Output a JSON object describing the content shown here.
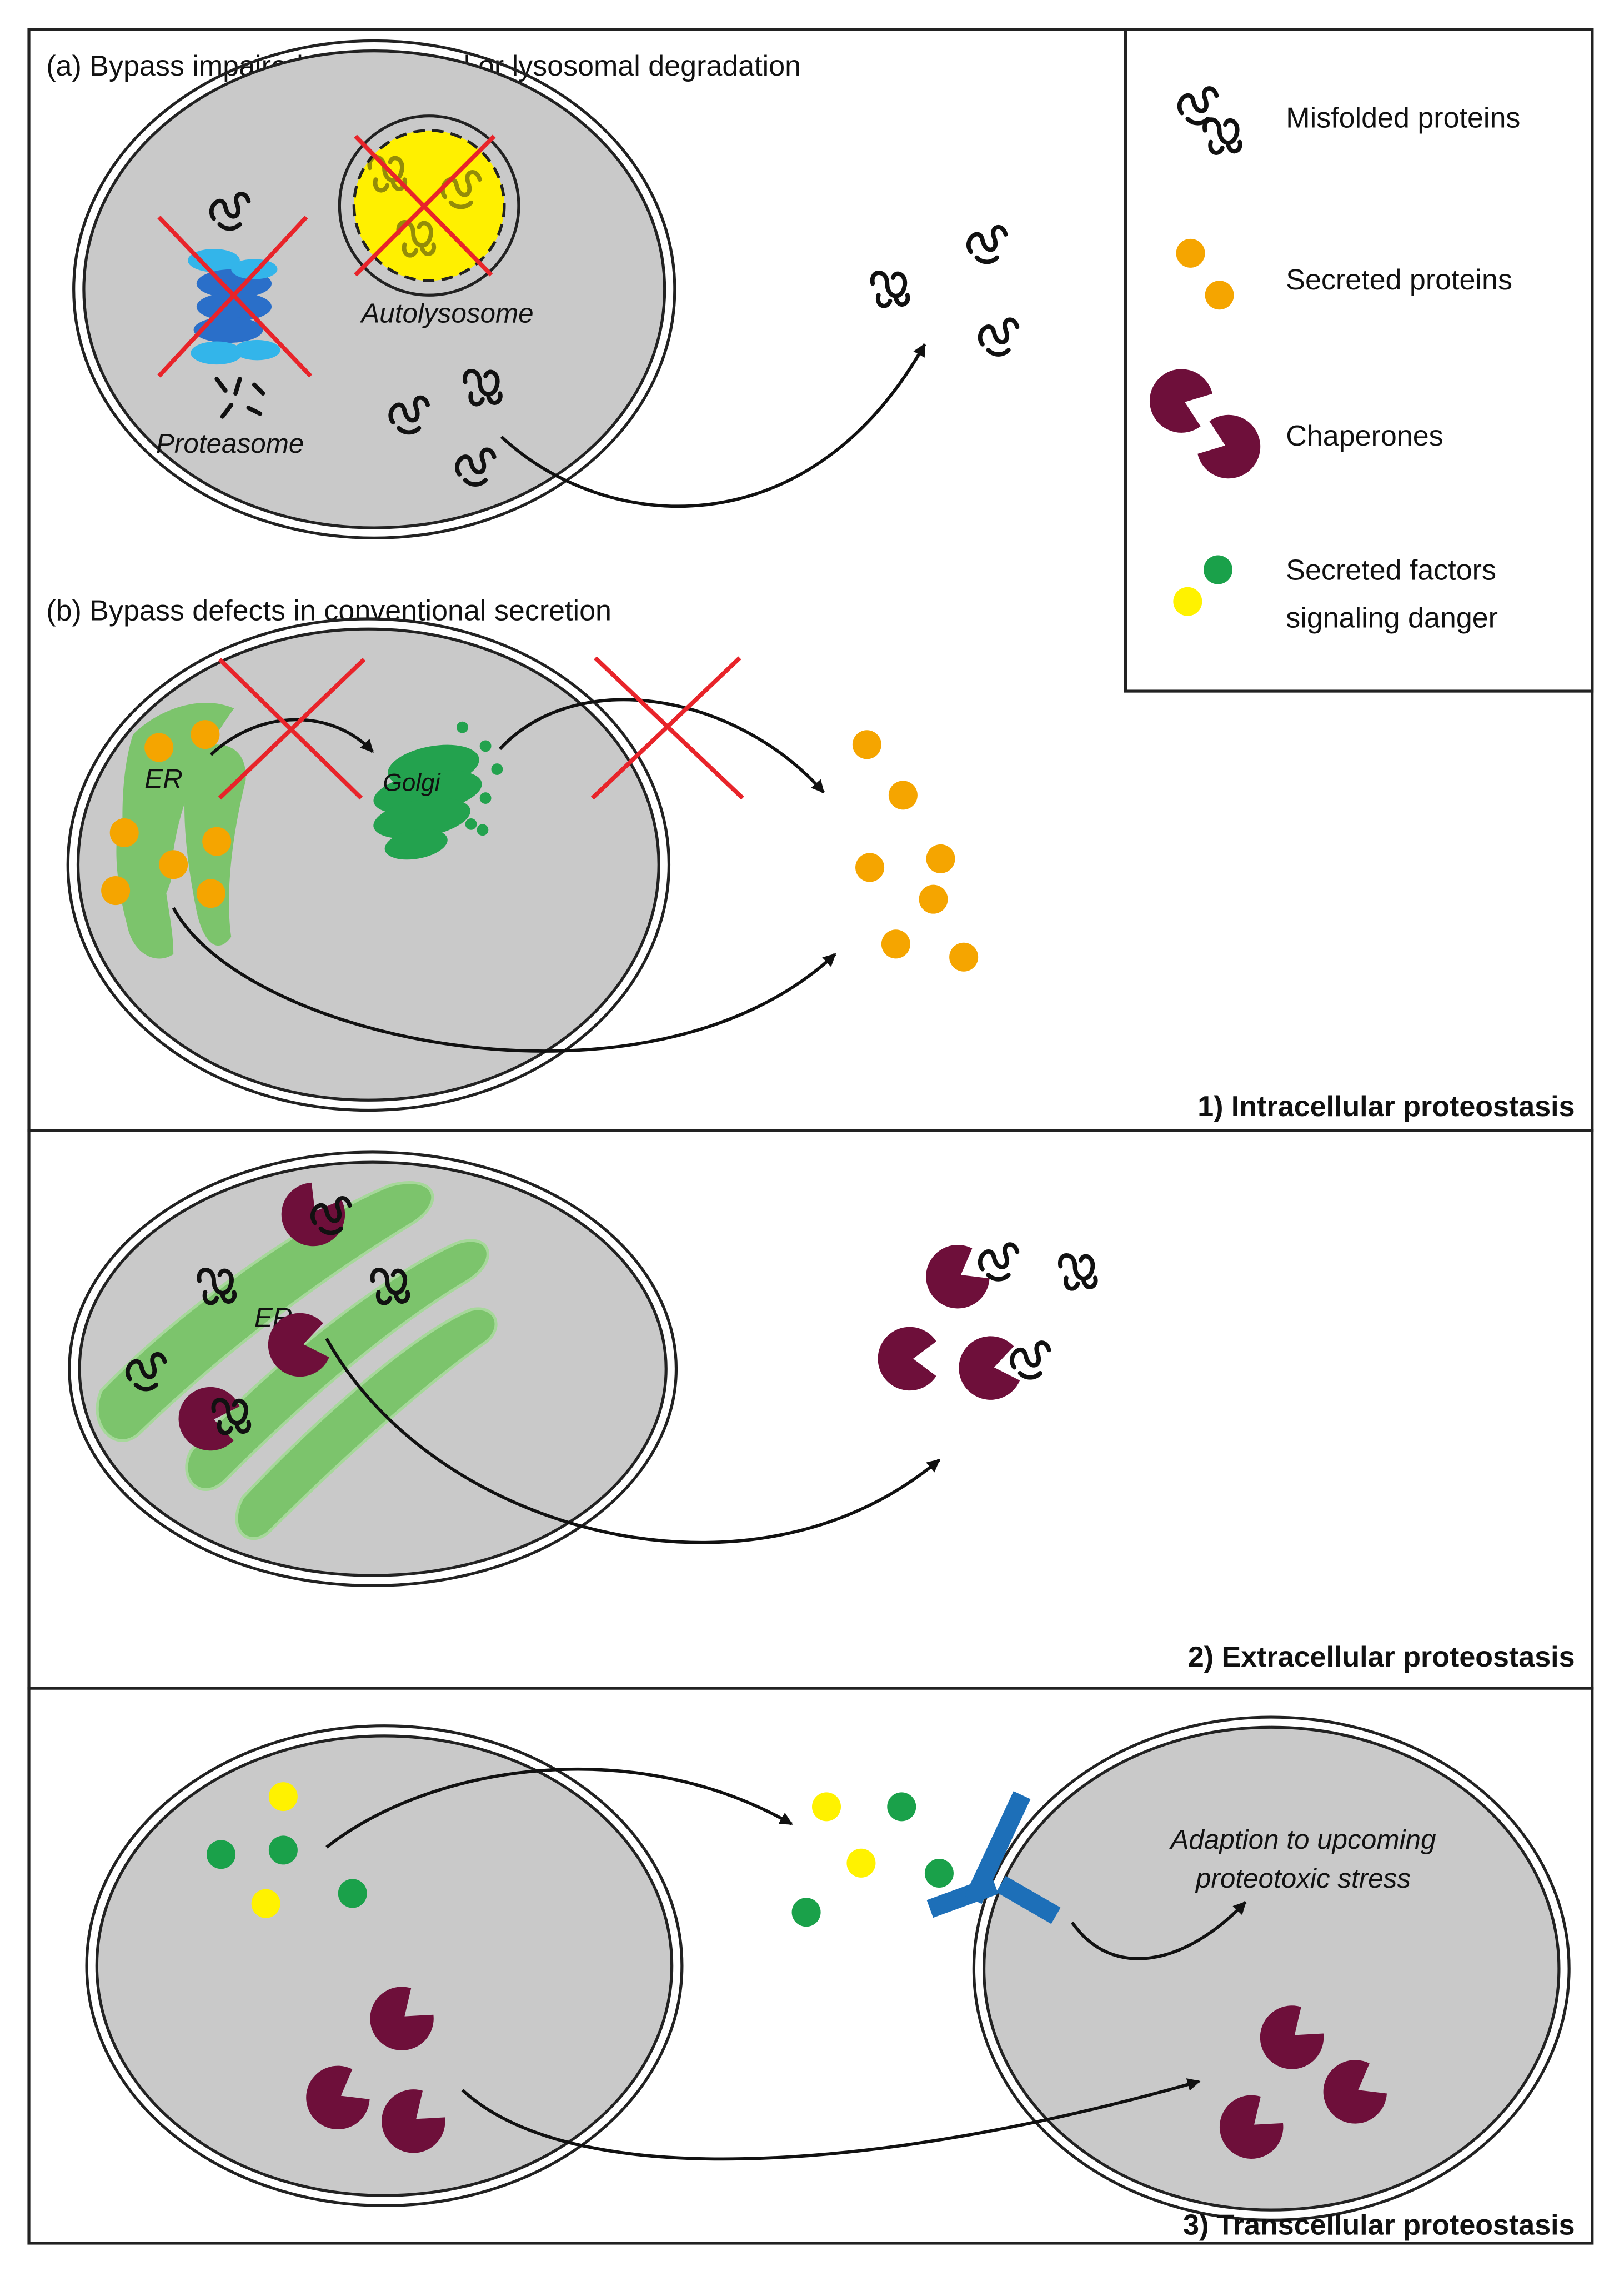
{
  "panel1": {
    "section_a_title": "(a) Bypass impaired proteasomal or lysosomal degradation",
    "section_b_title": "(b) Bypass defects in conventional secretion",
    "proteasome_label": "Proteasome",
    "autolysosome_label": "Autolysosome",
    "er_label": "ER",
    "golgi_label": "Golgi",
    "footer_label": "1) Intracellular proteostasis"
  },
  "panel2": {
    "er_label": "ER",
    "footer_label": "2) Extracellular proteostasis"
  },
  "panel3": {
    "adaption_line1": "Adaption to upcoming",
    "adaption_line2": "proteotoxic stress",
    "footer_label": "3) Transcellular proteostasis"
  },
  "legend": {
    "misfolded": "Misfolded proteins",
    "secreted": "Secreted proteins",
    "chaperones": "Chaperones",
    "danger_line1": "Secreted factors",
    "danger_line2": "signaling danger"
  },
  "colors": {
    "cell_fill": "#c9c9c9",
    "er_green": "#7cc46c",
    "golgi_green": "#23a24e",
    "secreted_orange": "#f5a500",
    "chaperone_maroon": "#6e0f3a",
    "danger_yellow": "#fff200",
    "danger_green": "#1aa14a",
    "receptor_blue": "#1d6fb8",
    "proteasome_blue": "#2a6fc9",
    "proteasome_light": "#33b5ea",
    "autolysosome_yellow": "#fff000",
    "cross_red": "#e8242a"
  }
}
